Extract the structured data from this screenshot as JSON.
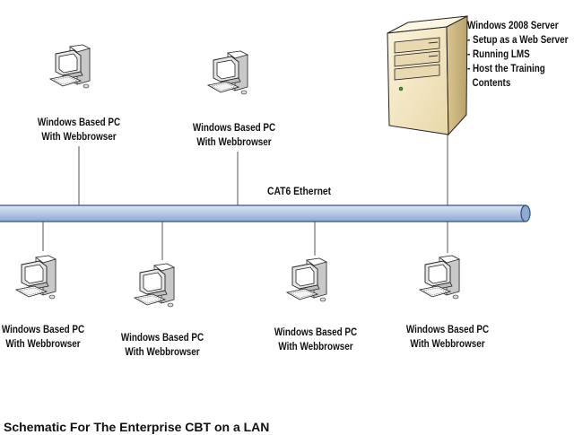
{
  "server": {
    "lines": [
      "Windows 2008 Server",
      "- Setup as a Web Server",
      "- Running LMS",
      "- Host the Training",
      "  Contents"
    ]
  },
  "network": {
    "bus_label": "CAT6 Ethernet"
  },
  "pcs": [
    {
      "line1": "Windows Based PC",
      "line2": "With Webbrowser"
    },
    {
      "line1": "Windows Based PC",
      "line2": "With Webbrowser"
    },
    {
      "line1": "Windows Based PC",
      "line2": "With Webbrowser"
    },
    {
      "line1": "Windows Based PC",
      "line2": "With Webbrowser"
    },
    {
      "line1": "Windows Based PC",
      "line2": "With Webbrowser"
    },
    {
      "line1": "Windows Based PC",
      "line2": "With Webbrowser"
    }
  ],
  "caption": "Schematic For The Enterprise CBT on a LAN",
  "colors": {
    "bus_fill": "#b8cbe4",
    "bus_stroke": "#2d4e7e",
    "server_body": "#f3e6c4",
    "line": "#555555"
  }
}
